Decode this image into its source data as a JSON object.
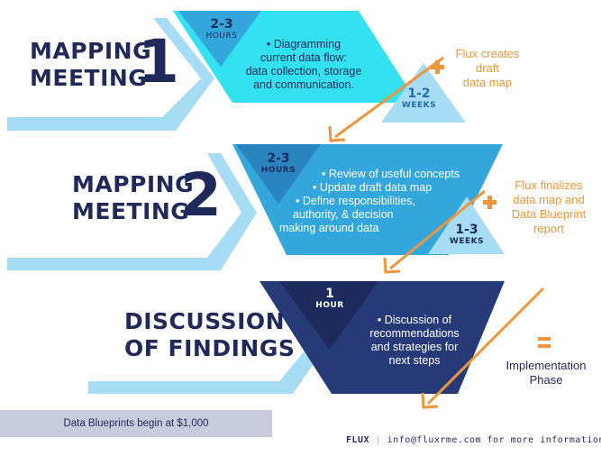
{
  "steps": [
    {
      "title_lines": [
        "MAPPING",
        "MEETING"
      ],
      "number": "1",
      "duration_value": "2-3",
      "duration_unit": "HOURS",
      "bullets": [
        "• Diagramming",
        "current data flow:",
        "data collection, storage",
        "and communication."
      ]
    },
    {
      "title_lines": [
        "MAPPING",
        "MEETING"
      ],
      "number": "2",
      "duration_value": "2-3",
      "duration_unit": "HOURS",
      "bullets": [
        "• Review of useful concepts",
        "• Update draft data map",
        "• Define responsibilities,",
        "authority, & decision",
        "making around data"
      ]
    },
    {
      "title_lines": [
        "DISCUSSION",
        "OF FINDINGS"
      ],
      "duration_value": "1",
      "duration_unit": "HOUR",
      "bullets": [
        "• Discussion of",
        "recommendations",
        "and strategies for",
        "next steps"
      ]
    }
  ],
  "transitions": [
    {
      "duration_value": "1-2",
      "duration_unit": "WEEKS",
      "symbol": "+",
      "text_lines": [
        "Flux creates",
        "draft",
        "data map"
      ]
    },
    {
      "duration_value": "1-3",
      "duration_unit": "WEEKS",
      "symbol": "+",
      "text_lines": [
        "Flux finalizes",
        "data map and",
        "Data Blueprint",
        "report"
      ]
    }
  ],
  "result": {
    "symbol": "=",
    "text_lines": [
      "Implementation",
      "Phase"
    ]
  },
  "price_banner": "Data Blueprints begin at $1,000",
  "footer": {
    "brand": "FLUX",
    "separator": "|",
    "contact": "info@fluxrme.com for more information"
  },
  "colors": {
    "step1_fill": "#34e1f0",
    "step2_fill": "#33a7dc",
    "step3_fill": "#263a77",
    "outline_light": "#a7dcf5",
    "title_navy": "#1f2a5a",
    "accent_orange": "#f0963a",
    "banner_gray": "#c9ccdc"
  },
  "icons": [
    "arrow-down-left-icon",
    "plus-icon",
    "equals-icon"
  ]
}
